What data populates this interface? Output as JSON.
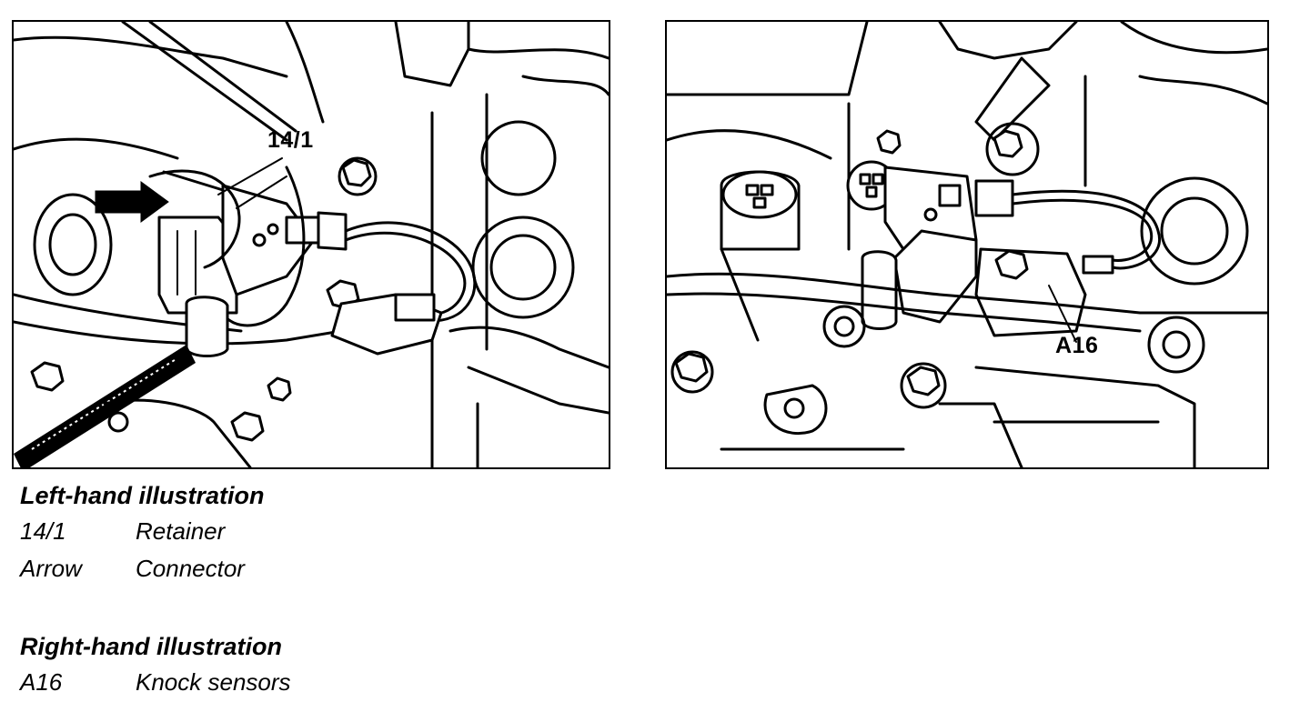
{
  "diagram": {
    "left_panel": {
      "callout": "14/1"
    },
    "right_panel": {
      "callout": "A16"
    }
  },
  "legend": {
    "left": {
      "heading": "Left-hand illustration",
      "items": [
        {
          "code": "14/1",
          "description": "Retainer"
        },
        {
          "code": "Arrow",
          "description": "Connector"
        }
      ]
    },
    "right": {
      "heading": "Right-hand illustration",
      "items": [
        {
          "code": "A16",
          "description": "Knock sensors"
        }
      ]
    }
  }
}
